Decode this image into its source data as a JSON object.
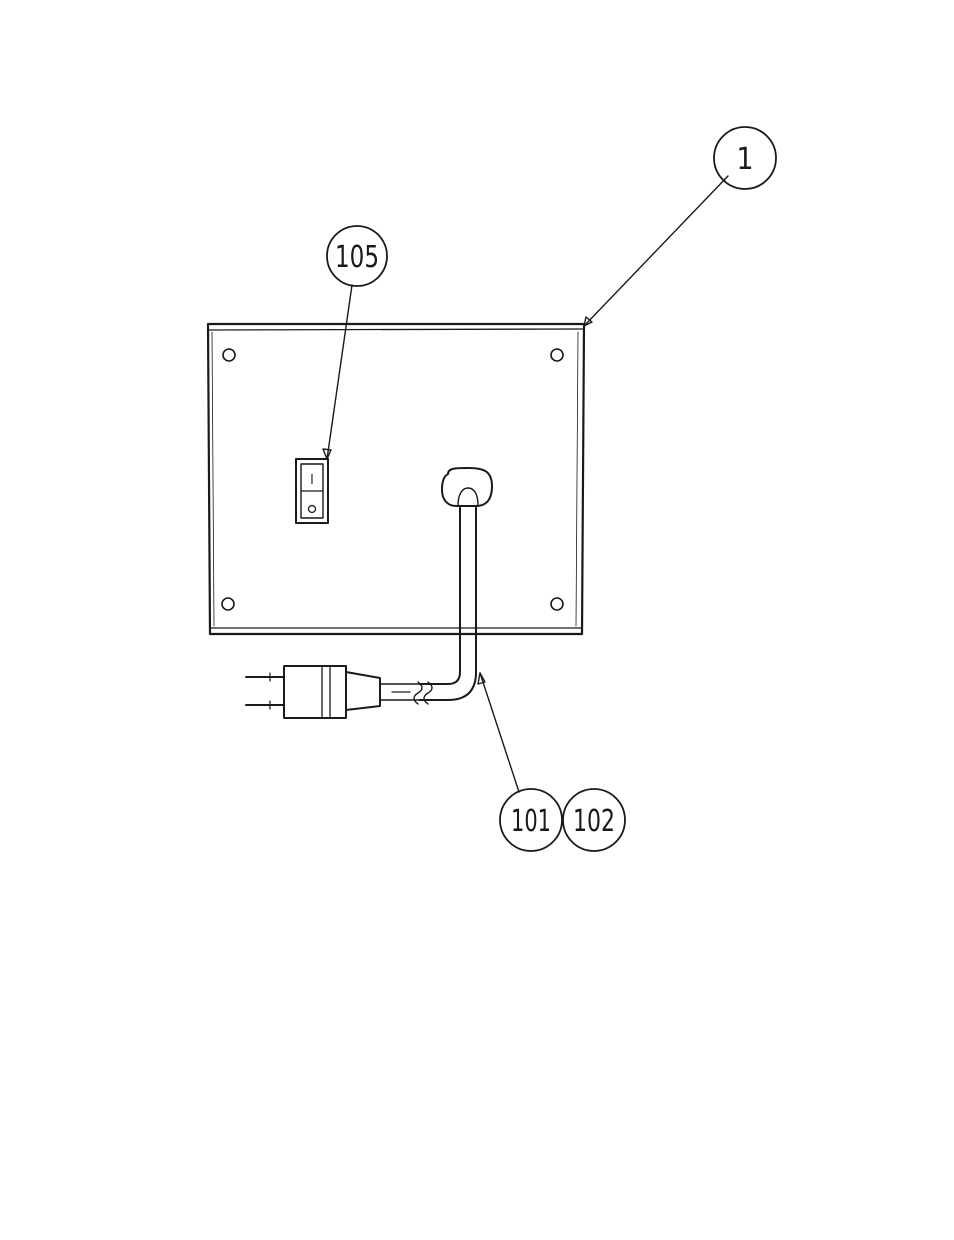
{
  "diagram": {
    "callouts": [
      {
        "id": "panel",
        "label": "1"
      },
      {
        "id": "switch",
        "label": "105"
      },
      {
        "id": "cord-a",
        "label": "101"
      },
      {
        "id": "cord-b",
        "label": "102"
      }
    ],
    "switch": {
      "on_symbol": "I",
      "off_symbol": "O"
    }
  }
}
